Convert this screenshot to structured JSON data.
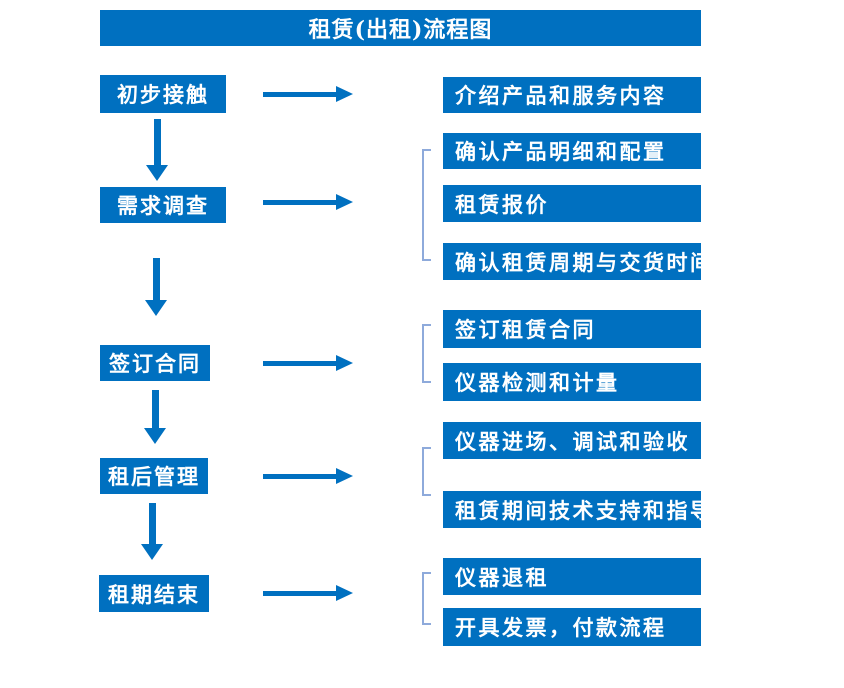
{
  "title": "租赁(出租)流程图",
  "colors": {
    "primary_blue": "#0070C0",
    "bracket_blue": "#8EAADB",
    "box_text": "#FFFFFF",
    "background": "#FFFFFF"
  },
  "stages": [
    {
      "label": "初步接触",
      "outputs": [
        "介绍产品和服务内容"
      ]
    },
    {
      "label": "需求调查",
      "outputs": [
        "确认产品明细和配置",
        "租赁报价",
        "确认租赁周期与交货时间"
      ]
    },
    {
      "label": "签订合同",
      "outputs": [
        "签订租赁合同",
        "仪器检测和计量"
      ]
    },
    {
      "label": "租后管理",
      "outputs": [
        "仪器进场、调试和验收",
        "租赁期间技术支持和指导"
      ]
    },
    {
      "label": "租期结束",
      "outputs": [
        "仪器退租",
        "开具发票，付款流程"
      ]
    }
  ]
}
